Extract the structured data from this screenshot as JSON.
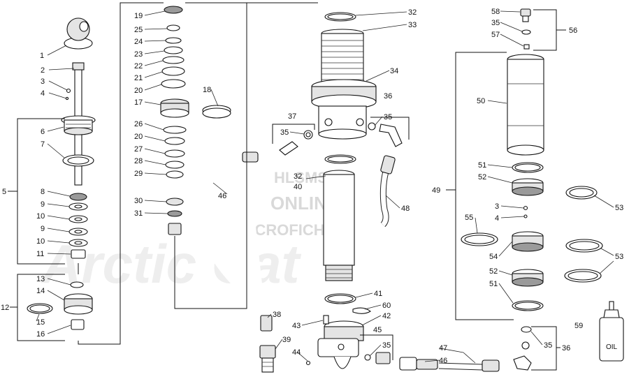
{
  "watermark": {
    "lines": [
      "HLSMS",
      "ONLINE",
      "MICROFICHE"
    ],
    "logo": "Arctic Cat"
  },
  "oil_bottle_label": "OIL",
  "callouts": [
    {
      "id": "c1",
      "text": "1"
    },
    {
      "id": "c2",
      "text": "2"
    },
    {
      "id": "c3",
      "text": "3"
    },
    {
      "id": "c4",
      "text": "4"
    },
    {
      "id": "c5",
      "text": "5"
    },
    {
      "id": "c6",
      "text": "6"
    },
    {
      "id": "c7",
      "text": "7"
    },
    {
      "id": "c8",
      "text": "8"
    },
    {
      "id": "c9a",
      "text": "9"
    },
    {
      "id": "c10a",
      "text": "10"
    },
    {
      "id": "c9b",
      "text": "9"
    },
    {
      "id": "c10b",
      "text": "10"
    },
    {
      "id": "c11",
      "text": "11"
    },
    {
      "id": "c12",
      "text": "12"
    },
    {
      "id": "c13",
      "text": "13"
    },
    {
      "id": "c14",
      "text": "14"
    },
    {
      "id": "c15",
      "text": "15"
    },
    {
      "id": "c16",
      "text": "16"
    },
    {
      "id": "c19",
      "text": "19"
    },
    {
      "id": "c25",
      "text": "25"
    },
    {
      "id": "c24",
      "text": "24"
    },
    {
      "id": "c23",
      "text": "23"
    },
    {
      "id": "c22",
      "text": "22"
    },
    {
      "id": "c21",
      "text": "21"
    },
    {
      "id": "c20a",
      "text": "20"
    },
    {
      "id": "c17",
      "text": "17"
    },
    {
      "id": "c26",
      "text": "26"
    },
    {
      "id": "c20b",
      "text": "20"
    },
    {
      "id": "c27",
      "text": "27"
    },
    {
      "id": "c28",
      "text": "28"
    },
    {
      "id": "c29",
      "text": "29"
    },
    {
      "id": "c30",
      "text": "30"
    },
    {
      "id": "c31",
      "text": "31"
    },
    {
      "id": "c18",
      "text": "18"
    },
    {
      "id": "c32a",
      "text": "32"
    },
    {
      "id": "c33",
      "text": "33"
    },
    {
      "id": "c34",
      "text": "34"
    },
    {
      "id": "c36a",
      "text": "36"
    },
    {
      "id": "c35a",
      "text": "35"
    },
    {
      "id": "c37",
      "text": "37"
    },
    {
      "id": "c35b",
      "text": "35"
    },
    {
      "id": "c32b",
      "text": "32"
    },
    {
      "id": "c40",
      "text": "40"
    },
    {
      "id": "c46a",
      "text": "46"
    },
    {
      "id": "c48",
      "text": "48"
    },
    {
      "id": "c41",
      "text": "41"
    },
    {
      "id": "c60",
      "text": "60"
    },
    {
      "id": "c42",
      "text": "42"
    },
    {
      "id": "c38",
      "text": "38"
    },
    {
      "id": "c43",
      "text": "43"
    },
    {
      "id": "c39",
      "text": "39"
    },
    {
      "id": "c44",
      "text": "44"
    },
    {
      "id": "c45",
      "text": "45"
    },
    {
      "id": "c35c",
      "text": "35"
    },
    {
      "id": "c47",
      "text": "47"
    },
    {
      "id": "c46b",
      "text": "46"
    },
    {
      "id": "c58",
      "text": "58"
    },
    {
      "id": "c35d",
      "text": "35"
    },
    {
      "id": "c57",
      "text": "57"
    },
    {
      "id": "c56",
      "text": "56"
    },
    {
      "id": "c50",
      "text": "50"
    },
    {
      "id": "c49",
      "text": "49"
    },
    {
      "id": "c51a",
      "text": "51"
    },
    {
      "id": "c52a",
      "text": "52"
    },
    {
      "id": "c53a",
      "text": "53"
    },
    {
      "id": "c3b",
      "text": "3"
    },
    {
      "id": "c4b",
      "text": "4"
    },
    {
      "id": "c55",
      "text": "55"
    },
    {
      "id": "c54",
      "text": "54"
    },
    {
      "id": "c53b",
      "text": "53"
    },
    {
      "id": "c52b",
      "text": "52"
    },
    {
      "id": "c51b",
      "text": "51"
    },
    {
      "id": "c59",
      "text": "59"
    },
    {
      "id": "c35e",
      "text": "35"
    },
    {
      "id": "c36b",
      "text": "36"
    }
  ]
}
